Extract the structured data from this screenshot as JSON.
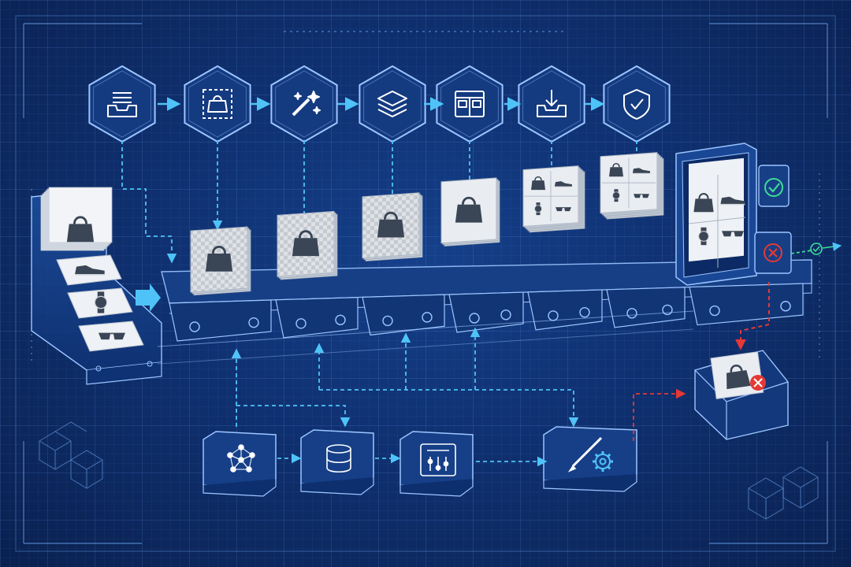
{
  "colors": {
    "background": "#0f3070",
    "line": "#9cc6ff",
    "flow_arrow": "#4fc3f7",
    "reject_arrow": "#e53935",
    "accept": "#3ddc97",
    "card": "#e9edf2"
  },
  "pipeline_steps": [
    {
      "icon": "inbox-stack-icon"
    },
    {
      "icon": "bag-crop-icon"
    },
    {
      "icon": "magic-wand-icon"
    },
    {
      "icon": "layers-icon"
    },
    {
      "icon": "layout-grid-icon"
    },
    {
      "icon": "download-tray-icon"
    },
    {
      "icon": "shield-check-icon"
    }
  ],
  "conveyor_items": [
    {
      "product": "handbag",
      "background": "transparent"
    },
    {
      "product": "handbag",
      "background": "transparent"
    },
    {
      "product": "handbag",
      "background": "transparent"
    },
    {
      "product": "handbag",
      "background": "white"
    },
    {
      "product": "product-grid",
      "background": "white"
    },
    {
      "product": "product-grid",
      "background": "white"
    }
  ],
  "input_bin_products": [
    "handbag",
    "sneaker",
    "watch",
    "sunglasses"
  ],
  "review_monitor_products": [
    "handbag",
    "sneaker",
    "watch",
    "sunglasses"
  ],
  "reject_bin_product": "handbag",
  "support_modules": [
    {
      "icon": "network-graph-icon"
    },
    {
      "icon": "database-icon"
    },
    {
      "icon": "settings-sliders-icon"
    },
    {
      "icon": "brush-gear-icon"
    }
  ]
}
